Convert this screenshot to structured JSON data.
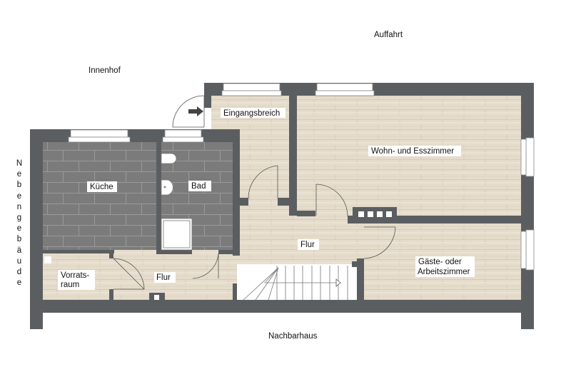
{
  "outside_labels": {
    "north": "Auffahrt",
    "courtyard": "Innenhof",
    "west": "Nebengebäude",
    "south": "Nachbarhaus"
  },
  "rooms": {
    "entrance": "Eingangsbreich",
    "living": "Wohn- und Esszimmer",
    "kitchen": "Küche",
    "bath": "Bad",
    "hall_center": "Flur",
    "hall_lower": "Flur",
    "storage_line1": "Vorrats-",
    "storage_line2": "raum",
    "guest_line1": "Gäste- oder",
    "guest_line2": "Arbeitszimmer"
  },
  "colors": {
    "wall": "#5b5e61",
    "wood_floor": "#e5dccb",
    "tile_floor": "#7b7b7b"
  }
}
